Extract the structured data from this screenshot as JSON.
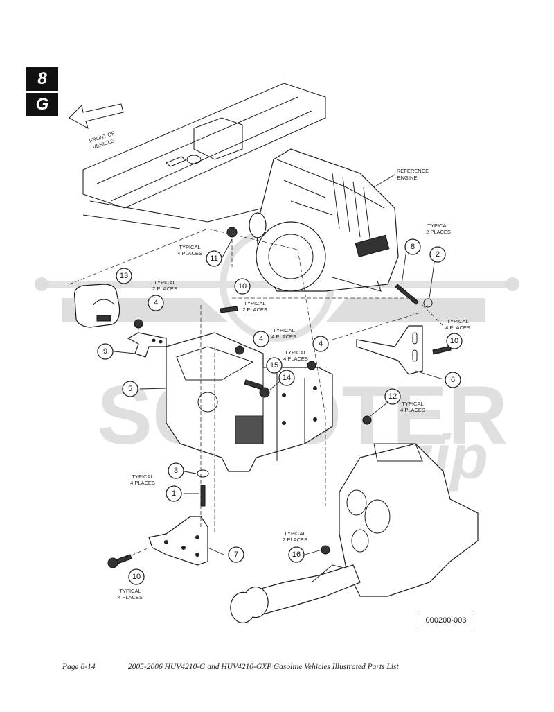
{
  "section_tab": {
    "number": "8",
    "letter": "G"
  },
  "annotations": {
    "front_of_vehicle": [
      "FRONT OF",
      "VEHICLE"
    ],
    "reference_engine": [
      "REFERENCE",
      "ENGINE"
    ],
    "typical_2": [
      "TYPICAL",
      "2 PLACES"
    ],
    "typical_4": [
      "TYPICAL",
      "4 PLACES"
    ]
  },
  "callouts": [
    "1",
    "2",
    "3",
    "4",
    "5",
    "6",
    "7",
    "8",
    "9",
    "10",
    "11",
    "12",
    "13",
    "14",
    "15",
    "16"
  ],
  "watermark": {
    "text": "SCOOTER",
    "script": "zip",
    "color": "#d9d9d9"
  },
  "figure_ref": "000200-003",
  "footer": {
    "page": "Page 8-14",
    "title": "2005-2006 HUV4210-G and HUV4210-GXP Gasoline Vehicles Illustrated Parts List"
  }
}
